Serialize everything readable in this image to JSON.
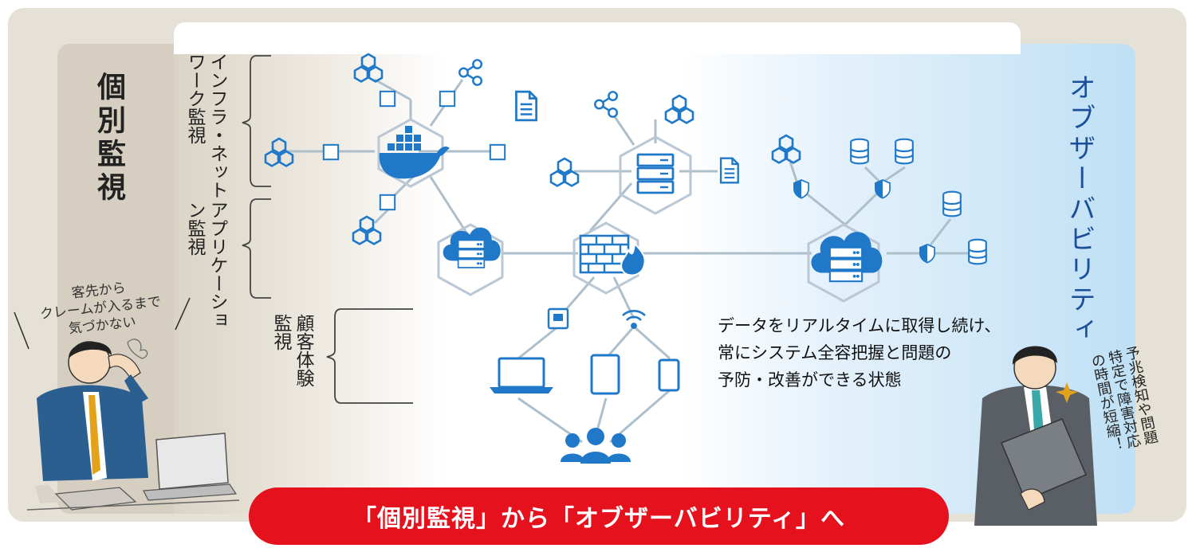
{
  "colors": {
    "accent_blue": "#1f78c8",
    "line": "#aebfcc",
    "banner_red": "#e5121d",
    "title_blue": "#1b4f9c"
  },
  "left_title": "個別監視",
  "right_title": "オブザーバビリティ",
  "categories": {
    "infra": "インフラ・ネットワーク監視",
    "app": "アプリケーション監視",
    "cx": "顧客体験監視"
  },
  "description": {
    "line1": "データをリアルタイムに取得し続け、",
    "line2": "常にシステム全容把握と問題の",
    "line3": "予防・改善ができる状態"
  },
  "complaint": {
    "line1": "客先から",
    "line2": "クレームが入るまで",
    "line3": "気づかない"
  },
  "benefit": "予兆検知や問題特定で障害対応の時間が短縮！",
  "banner": "「個別監視」から「オブザーバビリティ」へ",
  "icons": {
    "container": "docker-whale-icon",
    "cloud": "cloud-server-icon",
    "firewall": "firewall-icon",
    "server": "server-rack-icon",
    "users": "users-group-icon"
  }
}
